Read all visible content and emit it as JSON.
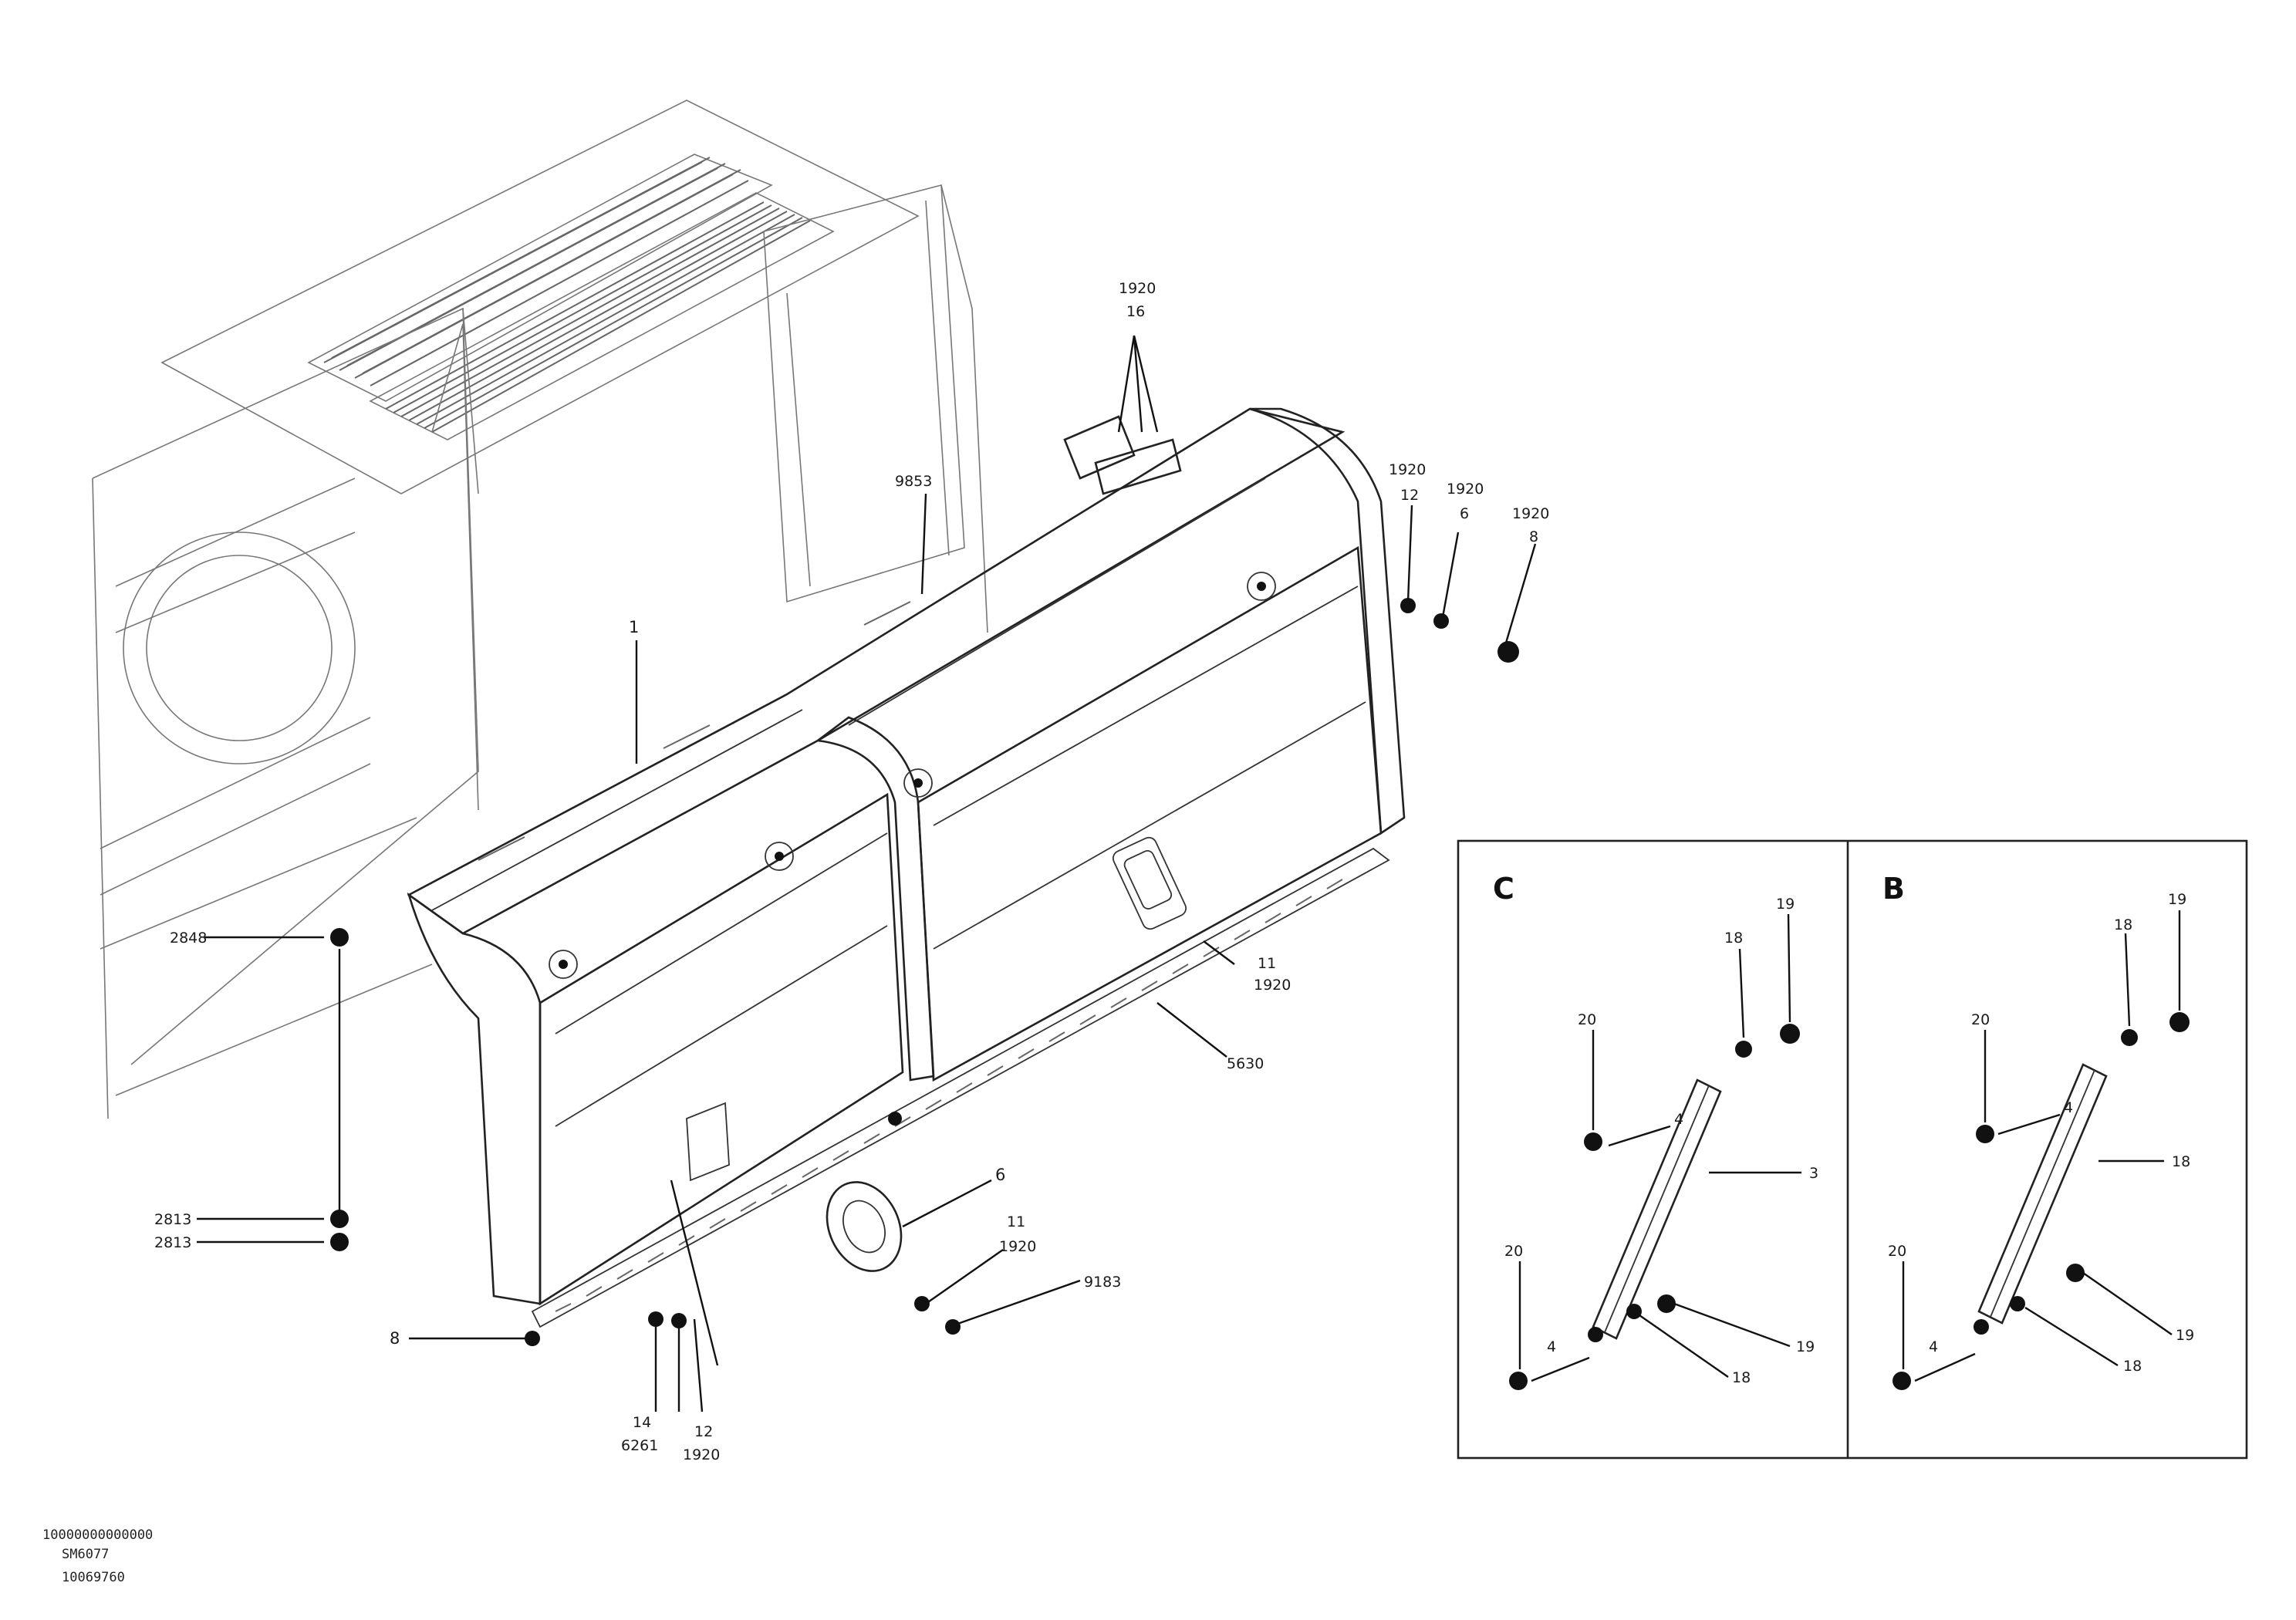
{
  "callouts": {
    "top_part": "1920",
    "top_qty": "16",
    "part_upper_left": "9853",
    "part_center": "1",
    "right_a_part": "1920",
    "right_a_qty": "12",
    "right_b_part": "1920",
    "right_b_qty": "6",
    "right_c_part": "1920",
    "right_c_qty": "8",
    "left_a": "2848",
    "left_b": "2813",
    "left_c": "2813",
    "handle_qty": "11",
    "handle_part": "1920",
    "rail_part": "5630",
    "lower_a": "6",
    "lower_b_qty": "11",
    "lower_b_part": "1920",
    "lower_c": "9183",
    "bottom_left": "8",
    "bottom_a_qty": "14",
    "bottom_a_part": "6261",
    "bottom_b_qty": "12",
    "bottom_b_part": "1920"
  },
  "inset_c": {
    "title": "C",
    "labels": [
      "19",
      "18",
      "20",
      "4",
      "3",
      "20",
      "4",
      "19",
      "18"
    ]
  },
  "inset_b": {
    "title": "B",
    "labels": [
      "19",
      "18",
      "20",
      "4",
      "18",
      "20",
      "4",
      "19",
      "18"
    ]
  },
  "footer": {
    "line1": "10000000000000",
    "line2": "SM6077",
    "line3": "10069760"
  }
}
